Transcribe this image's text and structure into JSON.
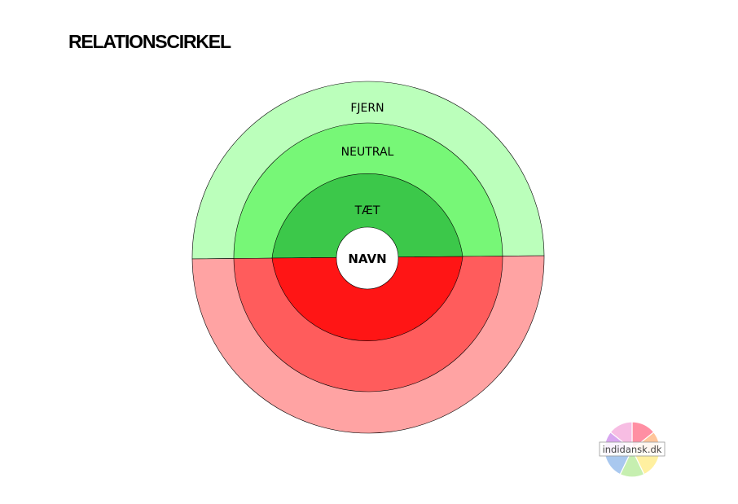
{
  "page": {
    "title": "RELATIONSCIRKEL"
  },
  "rings": [
    {
      "label": "FJERN",
      "top_color": "#bbffbb",
      "bottom_color": "#ffa3a3"
    },
    {
      "label": "NEUTRAL",
      "top_color": "#77f777",
      "bottom_color": "#ff5c5c"
    },
    {
      "label": "TÆT",
      "top_color": "#3cc84a",
      "bottom_color": "#ff1515"
    }
  ],
  "center": {
    "label": "NAVN",
    "color": "#ffffff"
  },
  "logo": {
    "text": "indidansk.dk",
    "petal_colors": [
      "#ff8fa3",
      "#ffc59a",
      "#fff0a0",
      "#c6efb0",
      "#a9c8ef",
      "#d8a6ef",
      "#f7bde3"
    ]
  }
}
